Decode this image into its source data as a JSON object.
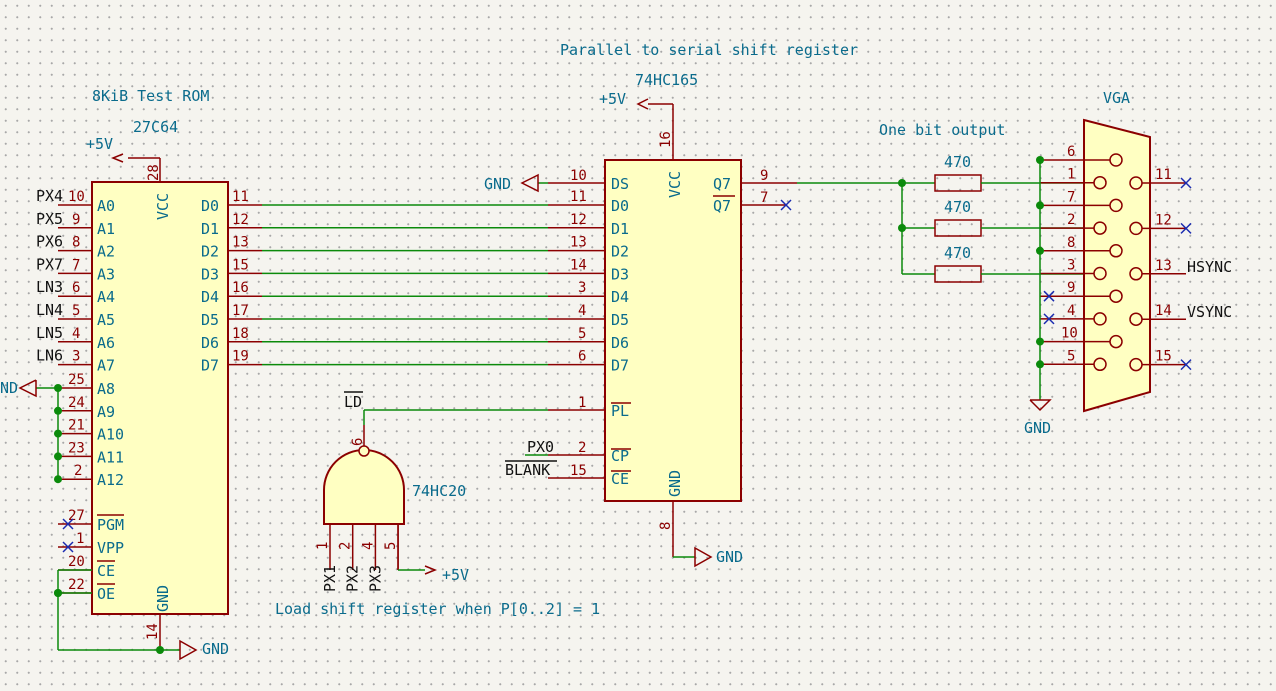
{
  "notes": {
    "shift_register_title": "Parallel to serial shift register",
    "rom_title": "8KiB Test ROM",
    "one_bit_output": "One bit output",
    "load_note": "Load shift register when P[0..2] = 1"
  },
  "rom": {
    "ref": "27C64",
    "power_label": "+5V",
    "vcc_pin": "28",
    "vcc_name": "VCC",
    "gnd_pin": "14",
    "gnd_name": "GND",
    "gnd_label": "GND",
    "ground_top_label": "ND",
    "address_pins": [
      {
        "net": "PX4",
        "num": "10",
        "name": "A0"
      },
      {
        "net": "PX5",
        "num": "9",
        "name": "A1"
      },
      {
        "net": "PX6",
        "num": "8",
        "name": "A2"
      },
      {
        "net": "PX7",
        "num": "7",
        "name": "A3"
      },
      {
        "net": "LN3",
        "num": "6",
        "name": "A4"
      },
      {
        "net": "LN4",
        "num": "5",
        "name": "A5"
      },
      {
        "net": "LN5",
        "num": "4",
        "name": "A6"
      },
      {
        "net": "LN6",
        "num": "3",
        "name": "A7"
      }
    ],
    "high_address_pins": [
      {
        "num": "25",
        "name": "A8"
      },
      {
        "num": "24",
        "name": "A9"
      },
      {
        "num": "21",
        "name": "A10"
      },
      {
        "num": "23",
        "name": "A11"
      },
      {
        "num": "2",
        "name": "A12"
      }
    ],
    "control_pins": [
      {
        "num": "27",
        "name": "PGM"
      },
      {
        "num": "1",
        "name": "VPP"
      },
      {
        "num": "20",
        "name": "CE"
      },
      {
        "num": "22",
        "name": "OE"
      }
    ],
    "data_pins": [
      {
        "num": "11",
        "name": "D0"
      },
      {
        "num": "12",
        "name": "D1"
      },
      {
        "num": "13",
        "name": "D2"
      },
      {
        "num": "15",
        "name": "D3"
      },
      {
        "num": "16",
        "name": "D4"
      },
      {
        "num": "17",
        "name": "D5"
      },
      {
        "num": "18",
        "name": "D6"
      },
      {
        "num": "19",
        "name": "D7"
      }
    ]
  },
  "shift": {
    "ref": "74HC165",
    "power_label": "+5V",
    "vcc_pin": "16",
    "vcc_name": "VCC",
    "gnd_pin": "8",
    "gnd_name": "GND",
    "gnd_label": "GND",
    "ds_gnd_label": "GND",
    "ds": {
      "num": "10",
      "name": "DS"
    },
    "data_pins": [
      {
        "num": "11",
        "name": "D0"
      },
      {
        "num": "12",
        "name": "D1"
      },
      {
        "num": "13",
        "name": "D2"
      },
      {
        "num": "14",
        "name": "D3"
      },
      {
        "num": "3",
        "name": "D4"
      },
      {
        "num": "4",
        "name": "D5"
      },
      {
        "num": "5",
        "name": "D6"
      },
      {
        "num": "6",
        "name": "D7"
      }
    ],
    "pl": {
      "num": "1",
      "name": "PL"
    },
    "cp": {
      "num": "2",
      "name": "CP",
      "net": "PX0"
    },
    "ce": {
      "num": "15",
      "name": "CE",
      "net": "BLANK"
    },
    "q7": {
      "num": "9",
      "name": "Q7"
    },
    "q7n": {
      "num": "7",
      "name": "Q7"
    }
  },
  "nand": {
    "ref": "74HC20",
    "out_pin": "6",
    "out_net": "LD",
    "inputs": [
      {
        "num": "1",
        "net": "PX1"
      },
      {
        "num": "2",
        "net": "PX2"
      },
      {
        "num": "4",
        "net": "PX3"
      },
      {
        "num": "5",
        "net": ""
      }
    ],
    "power_label": "+5V"
  },
  "resistors": [
    {
      "value": "470"
    },
    {
      "value": "470"
    },
    {
      "value": "470"
    }
  ],
  "vga": {
    "ref": "VGA",
    "gnd_label": "GND",
    "left_pins": [
      "6",
      "1",
      "7",
      "2",
      "8",
      "3",
      "9",
      "4",
      "10",
      "5"
    ],
    "right_pins": [
      "11",
      "12",
      "13",
      "14",
      "15"
    ],
    "hsync": "HSYNC",
    "vsync": "VSYNC"
  }
}
